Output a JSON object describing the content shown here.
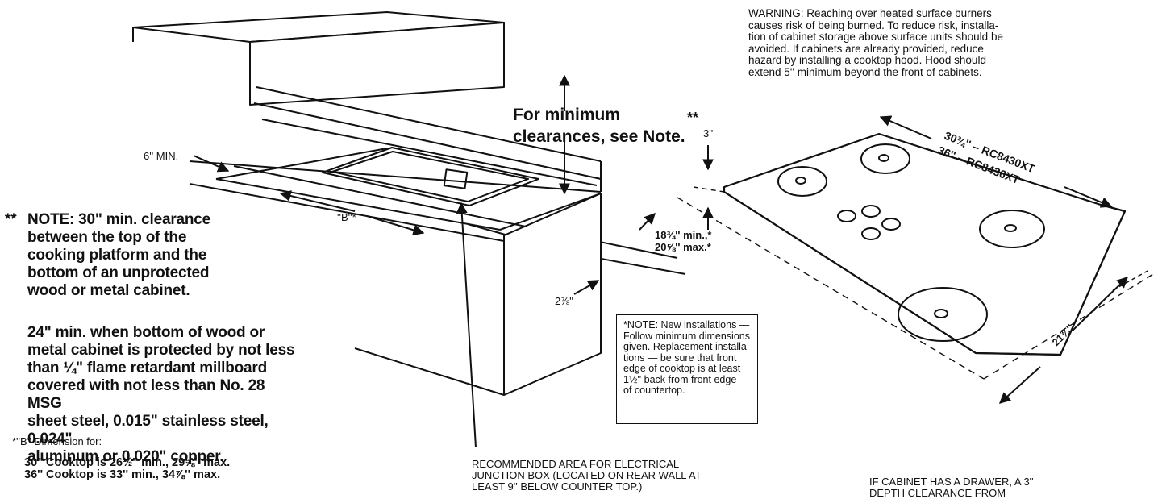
{
  "warning": {
    "lines": [
      "WARNING: Reaching over heated surface burners",
      "causes risk of being burned. To reduce risk, installa-",
      "tion of cabinet storage above surface units should be",
      "avoided. If cabinets are already provided, reduce",
      "hazard by installing a cooktop hood. Hood should",
      "extend 5'' minimum beyond the front of cabinets."
    ]
  },
  "min_clearance": {
    "line1": "For minimum",
    "line2": "clearances, see Note."
  },
  "labels": {
    "six_min": "6'' MIN.",
    "b_dim": "''B''*",
    "depth_min": "18¾'' min.,*",
    "depth_max": "20⅝'' max.*",
    "two_7_8": "2⅞''",
    "three": "3''",
    "stars_top": "**",
    "dim_30": "30¾'' – RC8430XT",
    "dim_36": "36'' – RC8436XT",
    "dim_21": "21¾''"
  },
  "note_main": {
    "stars": "**",
    "lines": [
      "NOTE: 30\" min. clearance",
      "between the top of the",
      "cooking platform and the",
      "bottom of an unprotected",
      "wood or metal cabinet."
    ]
  },
  "note_protected": {
    "lines": [
      "24\" min. when bottom of wood or",
      "metal cabinet is protected by not less",
      "than ¼\" flame retardant millboard",
      "covered with not less than No. 28 MSG",
      "sheet steel, 0.015\" stainless steel, 0.024\"",
      "aluminum or 0.020\" copper."
    ]
  },
  "b_dimension": {
    "title": "*''B'' Dimension for:",
    "rows": [
      "30'' Cooktop is 26½'' min., 29⅝'' max.",
      "36'' Cooktop is 33'' min., 34⅞'' max."
    ]
  },
  "box_note": {
    "lines": [
      "*NOTE: New installations —",
      "Follow minimum dimensions",
      "given. Replacement installa-",
      "tions — be sure that front",
      "edge of cooktop is at least",
      "1½'' back from front edge",
      "of countertop."
    ]
  },
  "junction_box": {
    "lines": [
      "RECOMMENDED AREA FOR ELECTRICAL",
      "JUNCTION BOX (LOCATED ON REAR WALL AT",
      "LEAST 9'' BELOW COUNTER TOP.)"
    ]
  },
  "drawer": {
    "lines": [
      "IF CABINET HAS A DRAWER, A 3''",
      "DEPTH CLEARANCE FROM"
    ]
  }
}
